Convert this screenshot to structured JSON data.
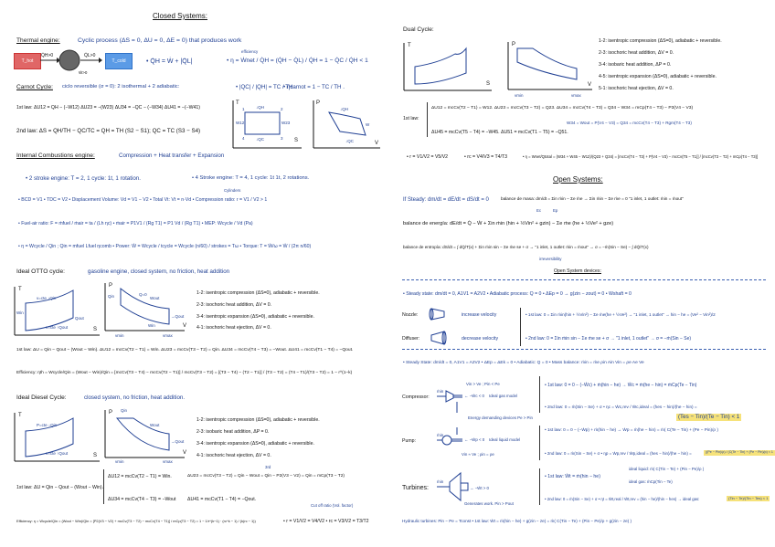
{
  "closed": {
    "title": "Closed Systems:",
    "thermal": {
      "label": "Thermal engine:",
      "desc": "Cyclic process (ΔS = 0, ΔU = 0, ΔE = 0) that produces work",
      "hot": "T_hot",
      "cold": "T_cold",
      "qh": "Q̇H>0",
      "ql": "Q̇L>0",
      "w": "Ẇ>0",
      "eq1": "• Q̇H = Ẇ + |Q̇L|",
      "eff_label": "efficiency",
      "eq2": "• η = Ẇnet / Q̇H = (Q̇H − Q̇L) / Q̇H = 1 − Q̇C / Q̇H < 1",
      "hot_color": "#e06666",
      "cold_color": "#4a90e2"
    },
    "carnot": {
      "label": "Carnot Cycle:",
      "desc": "ciclo reversible (σ = 0): 2 isothermal + 2 adiabatic:",
      "ratio": "• |QC| / |QH| = TC / TH",
      "eff": "• ηcarnot = 1 − TC / TH .",
      "law1": "1st law: ΔU12 = QH − (−W12)    ΔU23 = −(W23)     ΔU34 = −QC − (−W34)     ΔU41 = −(−W41)",
      "law2": "2nd law: ΔS = QH/TH − QC/TC = QH = TH (S2 − S1);   QC = TC (S3 − S4)",
      "ts": {
        "t": "T",
        "s": "S",
        "qh": "↓QH",
        "qc": "↓QC",
        "p1": "1",
        "p2": "2",
        "p3": "3",
        "p4": "4",
        "w12": "W12",
        "w23": "W23"
      },
      "pv": {
        "p": "P",
        "v": "V",
        "qh": "↓QH",
        "qc": "↓QC",
        "w": "W"
      }
    },
    "ice": {
      "label": "Internal Combustions engine:",
      "desc": "Compression + Heat transfer + Expansion",
      "two": "• 2 stroke engine:  T = 2,  1 cycle: 1t, 1 rotation.",
      "four": "• 4 Stroke engine: T = 4, 1 cycle: 1t 1t, 2 rotations.",
      "cyl": "Cylinders",
      "vol": "• BCD = V1    • TDC = V2    • Displacement Volume: Vd = V1 − V2     • Total Vt: Vt = n·Vd       • Compression ratio: r = V1 / V2 > 1",
      "fuel": "• Fuel-air ratio: F = ṁfuel / ṁair = ta / (Lh ηc)        • ṁair = P1V1 / (Rg T1) = P1 Vd / (Rg T1)            • MEP: Wcycle / Vd (Pa)",
      "power": "• η = Wcycle / Qin ; Qin = mfuel Lfuel ηcomb        • Power: Ẇ = Wcycle / tcycle = Wcycle (n/60) / strokes = Tω       • Torque: T = Ẇ/ω = Ẇ / (2π n/60)"
    },
    "otto": {
      "label": "Ideal OTTO cycle:",
      "desc": "gasoline engine, closed system, no friction, heat addition",
      "steps": [
        "1-2: isentropic compression (ΔS=0), adiabatic + reversible.",
        "2-3: isochoric heat addition, ΔV = 0.",
        "3-4: isentropic expansion (ΔS=0), adiabatic + reversible.",
        "4-1: isochoric heat ejection, ΔV = 0."
      ],
      "law1": "1st law: ΔU = Qin − Qout − (Wout − Win).  ΔU12 = mcCv(T2 − T1) = Win.  ΔU23 = mcCv(T3 − T2) = Qin.  ΔU34 = mcCv(T4 − T3) = −Wout.  ΔU41 = mcCv(T1 − T4) = −Qout.",
      "eff": "Efficiency: ηth = Wcycle/Qin = (Wout − Win)/Qin = [mcCv(T3 − T4) − mcCv(T2 − T1)] / mcCv(T3 − T2) = [(T3 − T4) − (T2 − T1)] / (T3 − T2) = (T4 − T1)/(T3 − T2) = 1 − r^(1−k)",
      "ts": {
        "t": "T",
        "s": "S",
        "top": "v=cte  ↓Qin",
        "bot": "v=cte  ↑Qout",
        "win": "Win",
        "wout": "Qout"
      },
      "pv": {
        "p": "P",
        "v": "V",
        "vmin": "vmin",
        "vmax": "vmax",
        "q0": "Q=0",
        "qin": "Qin",
        "qout": "→Qout",
        "win": "Win",
        "wout": "Wout"
      }
    },
    "diesel": {
      "label": "Ideal Diesel Cycle:",
      "desc": "closed system, no friction, heat addition.",
      "steps": [
        "1-2: isentropic compression (ΔS=0), adiabatic + reversible.",
        "2-3: isobaric heat addition, ΔP = 0.",
        "3-4: isentropic expansion (ΔS=0), adiabatic + reversible.",
        "4-1: isochoric heat ejection, ΔV = 0."
      ],
      "law1": "1st law: ΔU = Qin − Qout − (Wout − Win).",
      "u12": "ΔU12 = mcCv(T2 − T1) = Win.",
      "u23": "ΔU23 = mcCv(T3 − T2) = Qin − Wout = Qin − P2(V3 − V2) = Qin = mCp(T3 − T2)",
      "u23note": "3rd",
      "u34": "ΔU34 = mcCv(T4 − T3) = −Wout",
      "u41": "ΔU41 = mcCv(T1 − T4) = −Qout.",
      "eff": "Efficiency: η = Wcycle/Qin = (Wout − Win)/Qin = [P2(V3 − V2) + mcCv(T3 − T2) − mcCv(T4 − T1)] / mCp(T3 − T2) = 1 − 1/r^(k−1) · (rc^k − 1) / (k(rc − 1))",
      "ratios": "• r = V1/V2 = V4/V2    • rc = V3/V2 = T3/T2",
      "cutoff": "Cut off ratio (Vol. factor)",
      "ts": {
        "t": "T",
        "s": "S",
        "top": "P=cte  ↓Qin",
        "bot": "v=cte  ↑Qout"
      },
      "pv": {
        "p": "P",
        "v": "V",
        "vmin": "vmin",
        "vmax": "vmax",
        "qin": "Qin",
        "qout": "→Qout",
        "wout": "Wout"
      }
    }
  },
  "dual": {
    "label": "Dual Cycle:",
    "steps": [
      "1-2: isentropic compression (ΔS=0), adiabatic + reversible.",
      "2-3: isochoric heat addition, ΔV = 0.",
      "3-4: isobaric heat addition, ΔP = 0.",
      "4-5: isentropic expansion (ΔS=0), adiabatic + reversible.",
      "5-1: isochoric heat ejection, ΔV = 0."
    ],
    "law_label": "1st law:",
    "row1": "ΔU12 = mcCv(T2 − T1) = W12.   ΔU23 = mcCv(T3 − T2) = Q23.  ΔU34 = mcCv(T4 − T3) = Q34 − W34 = mCp(T4 − T3) − P3(V4 − V3)",
    "w34": "W34 = Wout = P(V4 − V3) = Q34 = mcCv(T4 − T3) + Rgm(T4 − T3)",
    "row2": "ΔU45 = mcCv(T5 − T4) = −W45.  ΔU51 = mcCv(T1 − T5) = −Q51.",
    "r": "• r = V1/V2 = V5/V2",
    "rc": "• rc = V4/V3 = T4/T3",
    "eff": "• η = Wnet/Qtotal = (W34 + W45 − W12)/(Q23 + Q34) = [mcCv(T4 − T3) + P(V4 − V3) − mcCv(T5 − T1)] / [mcCv(T3 − T2) + mCp(T4 − T3)]",
    "ts": {
      "t": "T",
      "s": "S"
    },
    "pv": {
      "p": "P",
      "v": "V",
      "vmin": "vmin",
      "vmax": "vmax"
    }
  },
  "open": {
    "title": "Open Systems:",
    "steady": "If Steady:  dm/dt = dE/dt = dS/dt = 0",
    "mass": "balance de masa:  dm/dt = Σin ṁin − Σe ṁe → Σin ṁin − Σe ṁe = 0  \"1 inlet, 1 outlet: ṁin = ṁout\"",
    "energy": "balance de energía:  dE/dt = Q̇ − Ẇ + Σin ṁin (hin + ½Vin² + gzin) − Σe ṁe (he + ½Ve² + gze)",
    "ec": "Ec",
    "ep": "Ep",
    "entropy": "balance de entropía:  dS/dt = ∫ dQ̇/T(x) + Σin ṁin sin − Σe ṁe se + σ → \"1 inlet, 1 outlet: ṁin = ṁout\" → σ = −ṁ(Sin − Se) − ∫ dQ̇/T(x)",
    "irr": "irreversibility",
    "devices_title": "Open System devices:",
    "nd_steady": "• Steady state:  dm/dt = 0,  A1V1 = A2V2      • Adiabatic process:  Q = 0        • ΔEp = 0 → g(zin − zout) = 0      • Wshaft = 0",
    "nozzle": "Nozzle:",
    "nozzle_desc": "increase velocity",
    "diffuser": "Diffuser:",
    "diffuser_desc": "decrease velocity",
    "nd_law1": "• 1st law: 0 = Σin ṁin(hin + ½Vin²) − Σe ṁe(he + ½Ve²) → \"1 inlet, 1 outlet\" → hin − he = (Ve² − Vin²)/2",
    "nd_law2": "• 2nd law: 0 = Σin ṁin sin − Σe ṁe se + σ → \"1 inlet, 1 outlet\" → σ = −ṁ(Sin − Se)",
    "tm_steady": "• Steady State:  dm/dt = 0,  A1V1 = A2V2      • ΔEp = ΔEk = 0      • Adiabatic: Q = 0       • Mass balance: ṁin = ṁe   ρin Ain Vin = ρe Ae Ve",
    "compressor": {
      "label": "Compressor:",
      "cond": "Vin > Ve ;  Pin < Pe",
      "w": "← −Ẇc < 0",
      "model": "Ideal gas model",
      "note": "Energy demanding devices Pe > Pin",
      "law1": "• 1st law: 0 = 0 − (−Ẇc) + ṁ(hin − he) → Ẇc = ṁ(he − hin) = ṁCp(Te − Tin)",
      "law2": "• 2nd law: 0 = ṁ(Sin − Se) + σ      • ηc = Ẇc,rev / Ẇc,ideal = (hes − hin)/(he − hin) =",
      "eta": "(Tes − Tin)/(Te − Tin) < 1"
    },
    "pump": {
      "label": "Pump:",
      "w": "← −Ẇp < 0",
      "model": "Ideal liquid model",
      "cond": "Vin ≈ Ve ;  ρin = ρe",
      "law1": "• 1st law: 0 = 0 − (−Ẇp) + ṁ(hin − he) → Ẇp = ṁ(he − hin) = ṁ( C(Te − Tin) + (Pe − Pin)/ρ )",
      "law2": "• 2nd law: 0 = ṁ(Sin − Se) + σ    • ηp = Ẇp,rev / Ẇp,ideal = (hes − hin)/(he − hin) =",
      "eta": "((Pe − Pin)/ρ) / (C(Te − Tin) + (Pe − Pin)/ρ) < 1"
    },
    "turbine": {
      "label": "Turbines:",
      "w": "→ −Ẇt > 0",
      "note": "Generates work. Pin > Pout",
      "law1": "• 1st law:  Ẇt = ṁ(hin − he)",
      "liquid": "ideal liquid:  ṁ( C(Tin − Te) + (Pin − Pe)/ρ )",
      "gas": "ideal gas:  ṁCp(Tin − Te)",
      "law2": "• 2nd law: 0 = ṁ(Sin − Se) + σ     • ηt = Ẇt,real / Ẇt,rev = (hin − he)/(hin − hes) → ideal gas:",
      "eta": "(Tin − Te)/(Tin − Tes) < 1"
    },
    "hydraulic": "Hydraulic turbines:  Pin − Pe = Tconst     • 1st law:  Ẇt = ṁ(hin − he) + g(zin − ze) = ṁ( C(Tin − Te) + (Pin − Pe)/ρ + g(zin − ze) )",
    "in": "ṁin",
    "out": "ṁout",
    "highlight_color": "#f6e27a",
    "ink_color": "#1f3f93"
  }
}
